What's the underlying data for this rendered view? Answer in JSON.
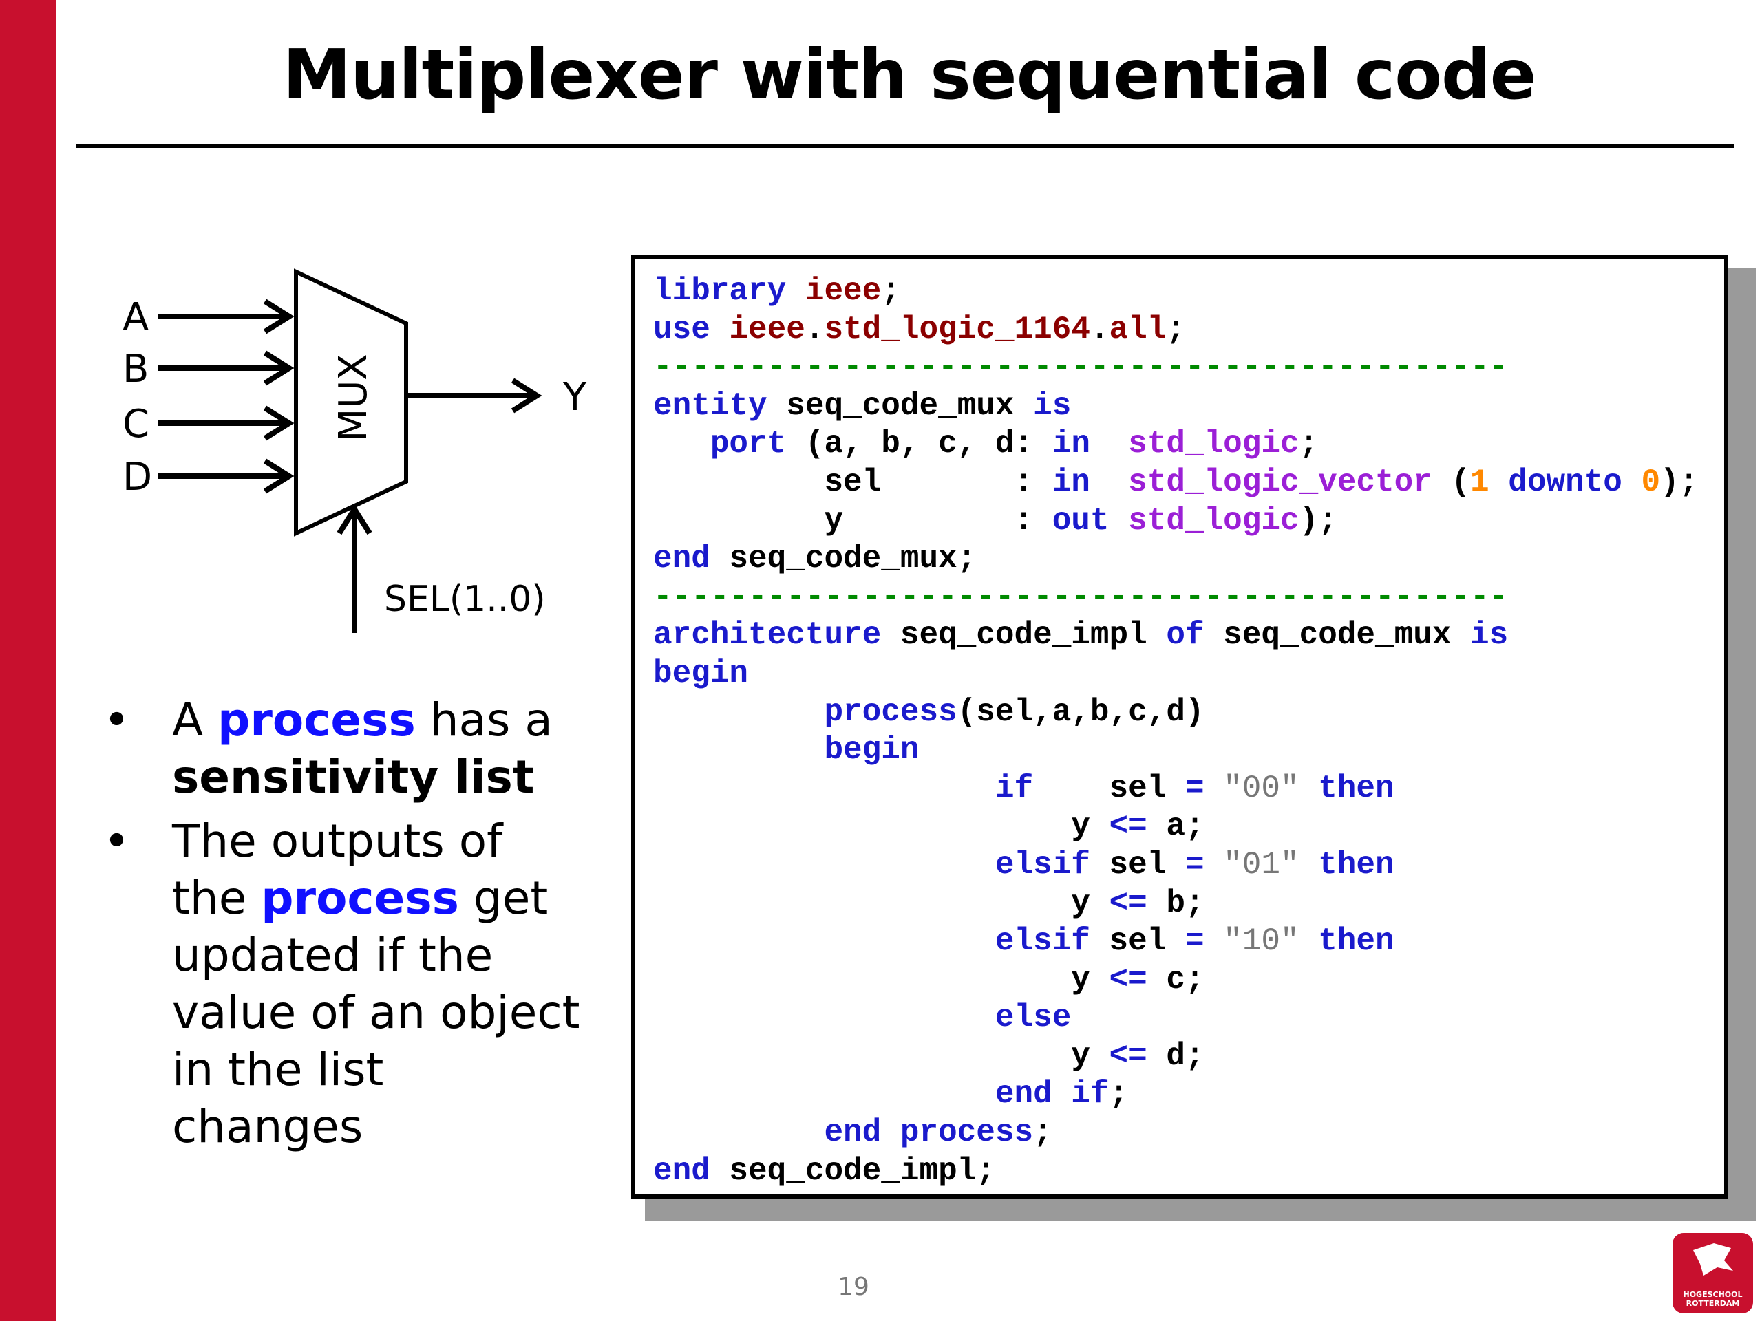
{
  "slide": {
    "title": "Multiplexer with sequential code",
    "page_number": "19",
    "accent_color": "#c8102e"
  },
  "diagram": {
    "inputs": [
      "A",
      "B",
      "C",
      "D"
    ],
    "block_label": "MUX",
    "output": "Y",
    "select_label": "SEL(1..0)"
  },
  "bullets": [
    {
      "parts": [
        {
          "text": "A ",
          "style": "normal"
        },
        {
          "text": "process",
          "style": "keyword"
        },
        {
          "text": " has a ",
          "style": "normal"
        },
        {
          "text": "sensitivity list",
          "style": "bold"
        }
      ]
    },
    {
      "parts": [
        {
          "text": "The outputs of the ",
          "style": "normal"
        },
        {
          "text": "process",
          "style": "keyword"
        },
        {
          "text": " get updated if the value of an object in the list changes",
          "style": "normal"
        }
      ]
    }
  ],
  "code_lines": [
    [
      {
        "t": "library",
        "c": "kw"
      },
      {
        "t": " "
      },
      {
        "t": "ieee",
        "c": "lib"
      },
      {
        "t": ";"
      }
    ],
    [
      {
        "t": "use",
        "c": "kw"
      },
      {
        "t": " "
      },
      {
        "t": "ieee",
        "c": "lib"
      },
      {
        "t": "."
      },
      {
        "t": "std_logic_1164",
        "c": "lib"
      },
      {
        "t": "."
      },
      {
        "t": "all",
        "c": "lib"
      },
      {
        "t": ";"
      }
    ],
    [
      {
        "t": "---------------------------------------------",
        "c": "cmt"
      }
    ],
    [
      {
        "t": "entity",
        "c": "kw"
      },
      {
        "t": " seq_code_mux "
      },
      {
        "t": "is",
        "c": "kw"
      }
    ],
    [
      {
        "t": "   "
      },
      {
        "t": "port",
        "c": "kw"
      },
      {
        "t": " (a, b, c, d: "
      },
      {
        "t": "in",
        "c": "kw"
      },
      {
        "t": "  "
      },
      {
        "t": "std_logic",
        "c": "type"
      },
      {
        "t": ";"
      }
    ],
    [
      {
        "t": "         sel       : "
      },
      {
        "t": "in",
        "c": "kw"
      },
      {
        "t": "  "
      },
      {
        "t": "std_logic_vector",
        "c": "type"
      },
      {
        "t": " ("
      },
      {
        "t": "1",
        "c": "num"
      },
      {
        "t": " "
      },
      {
        "t": "downto",
        "c": "kw"
      },
      {
        "t": " "
      },
      {
        "t": "0",
        "c": "num"
      },
      {
        "t": ");"
      }
    ],
    [
      {
        "t": "         y         : "
      },
      {
        "t": "out",
        "c": "kw"
      },
      {
        "t": " "
      },
      {
        "t": "std_logic",
        "c": "type"
      },
      {
        "t": ");"
      }
    ],
    [
      {
        "t": "end",
        "c": "kw"
      },
      {
        "t": " seq_code_mux;"
      }
    ],
    [
      {
        "t": "---------------------------------------------",
        "c": "cmt"
      }
    ],
    [
      {
        "t": "architecture",
        "c": "kw"
      },
      {
        "t": " seq_code_impl "
      },
      {
        "t": "of",
        "c": "kw"
      },
      {
        "t": " seq_code_mux "
      },
      {
        "t": "is",
        "c": "kw"
      }
    ],
    [
      {
        "t": "begin",
        "c": "kw"
      }
    ],
    [
      {
        "t": "         "
      },
      {
        "t": "process",
        "c": "kw"
      },
      {
        "t": "(sel,a,b,c,d)"
      }
    ],
    [
      {
        "t": "         "
      },
      {
        "t": "begin",
        "c": "kw"
      }
    ],
    [
      {
        "t": "                  "
      },
      {
        "t": "if",
        "c": "kw"
      },
      {
        "t": "    sel "
      },
      {
        "t": "=",
        "c": "kw"
      },
      {
        "t": " "
      },
      {
        "t": "\"00\"",
        "c": "str"
      },
      {
        "t": " "
      },
      {
        "t": "then",
        "c": "kw"
      }
    ],
    [
      {
        "t": "                      y "
      },
      {
        "t": "<=",
        "c": "kw"
      },
      {
        "t": " a;"
      }
    ],
    [
      {
        "t": "                  "
      },
      {
        "t": "elsif",
        "c": "kw"
      },
      {
        "t": " sel "
      },
      {
        "t": "=",
        "c": "kw"
      },
      {
        "t": " "
      },
      {
        "t": "\"01\"",
        "c": "str"
      },
      {
        "t": " "
      },
      {
        "t": "then",
        "c": "kw"
      }
    ],
    [
      {
        "t": "                      y "
      },
      {
        "t": "<=",
        "c": "kw"
      },
      {
        "t": " b;"
      }
    ],
    [
      {
        "t": "                  "
      },
      {
        "t": "elsif",
        "c": "kw"
      },
      {
        "t": " sel "
      },
      {
        "t": "=",
        "c": "kw"
      },
      {
        "t": " "
      },
      {
        "t": "\"10\"",
        "c": "str"
      },
      {
        "t": " "
      },
      {
        "t": "then",
        "c": "kw"
      }
    ],
    [
      {
        "t": "                      y "
      },
      {
        "t": "<=",
        "c": "kw"
      },
      {
        "t": " c;"
      }
    ],
    [
      {
        "t": "                  "
      },
      {
        "t": "else",
        "c": "kw"
      }
    ],
    [
      {
        "t": "                      y "
      },
      {
        "t": "<=",
        "c": "kw"
      },
      {
        "t": " d;"
      }
    ],
    [
      {
        "t": "                  "
      },
      {
        "t": "end if",
        "c": "kw"
      },
      {
        "t": ";"
      }
    ],
    [
      {
        "t": "         "
      },
      {
        "t": "end process",
        "c": "kw"
      },
      {
        "t": ";"
      }
    ],
    [
      {
        "t": "end",
        "c": "kw"
      },
      {
        "t": " seq_code_impl;"
      }
    ]
  ],
  "logo": {
    "name": "hogeschool-rotterdam-logo",
    "text_line1": "HOGESCHOOL",
    "text_line2": "ROTTERDAM"
  }
}
